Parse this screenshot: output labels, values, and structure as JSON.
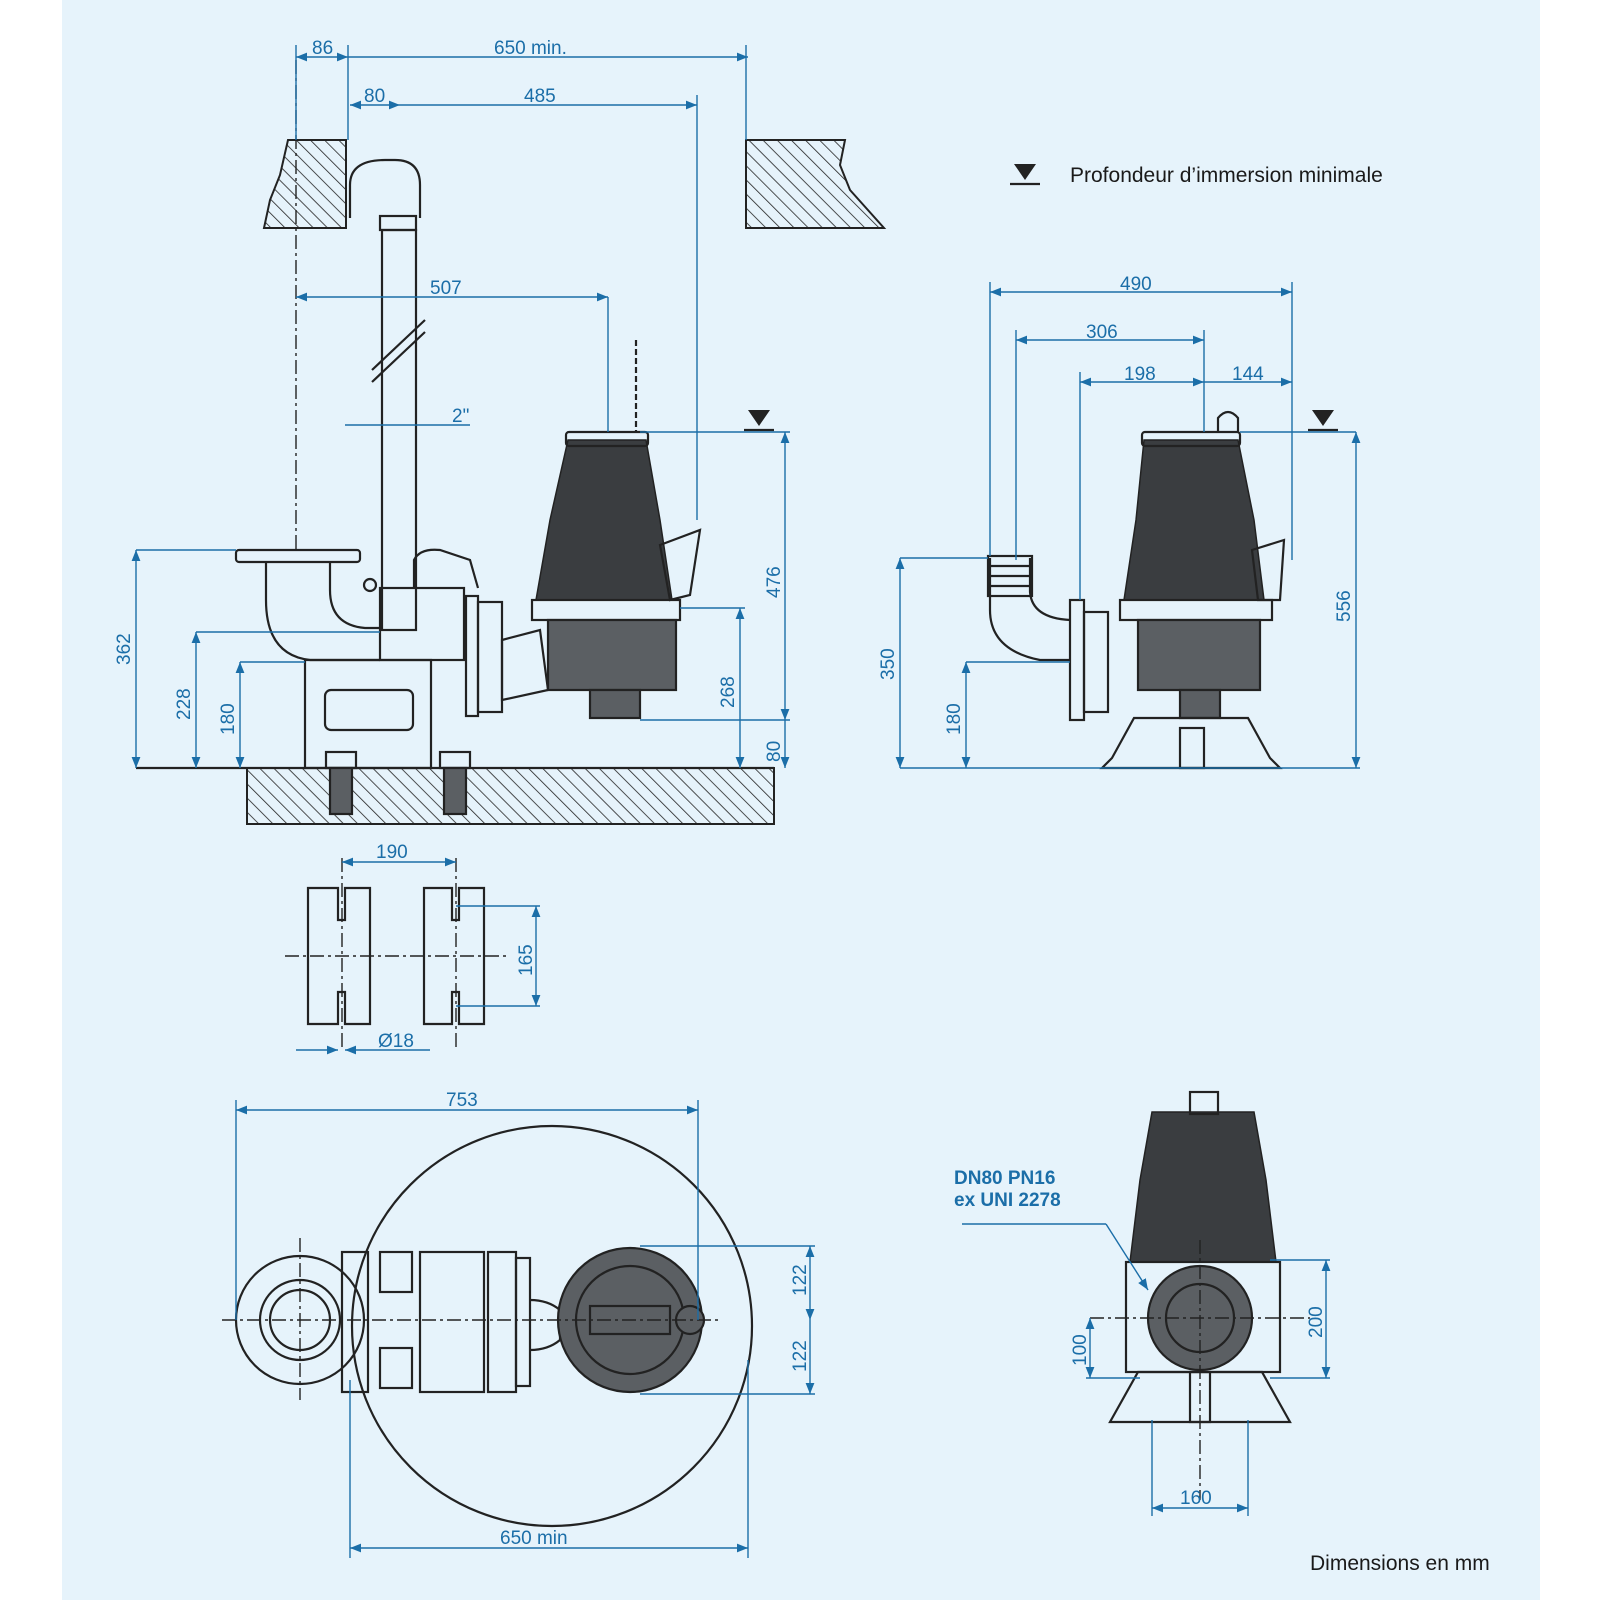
{
  "legend": {
    "symbol": "water-level-icon",
    "text": "Profondeur d’immersion minimale"
  },
  "footer": "Dimensions en mm",
  "side_view": {
    "d86": "86",
    "d650min": "650 min.",
    "d80": "80",
    "d485": "485",
    "d507": "507",
    "pipe": "2\"",
    "d362": "362",
    "d228": "228",
    "d180": "180",
    "d476": "476",
    "d268": "268",
    "d80b": "80"
  },
  "front_view": {
    "d490": "490",
    "d306": "306",
    "d198": "198",
    "d144": "144",
    "d350": "350",
    "d180": "180",
    "d556": "556"
  },
  "base_plate": {
    "d190": "190",
    "d165": "165",
    "hole": "Ø18"
  },
  "plan_view": {
    "d753": "753",
    "d650min": "650 min",
    "d122a": "122",
    "d122b": "122"
  },
  "small_view": {
    "flange_line1": "DN80 PN16",
    "flange_line2": "ex UNI 2278",
    "d200": "200",
    "d100": "100",
    "d160": "160"
  },
  "colors": {
    "background": "#e6f3fb",
    "dimension": "#1b6ea8",
    "line": "#222222"
  }
}
